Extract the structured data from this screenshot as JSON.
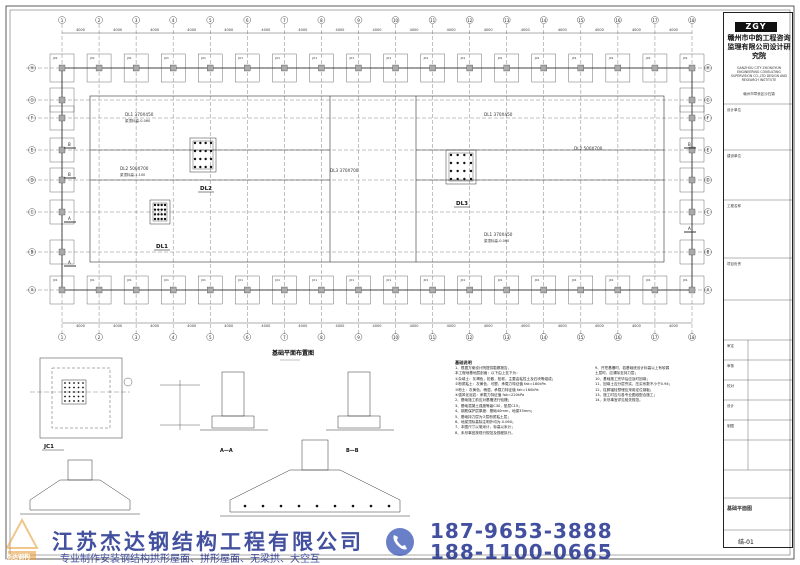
{
  "drawing": {
    "plan_title": "基础平面布置图",
    "sections": [
      "DL2",
      "DL1",
      "DL3",
      "JC1",
      "A—A",
      "B—B"
    ],
    "beam_labels": [
      "DL1  370X450",
      "DL1  370X450",
      "DL2  500X700",
      "DL3  370X700",
      "DL2  500X700",
      "DL1  370X450"
    ],
    "elev_labels": [
      "梁顶标高-0.060",
      "梁顶标高-1.100",
      "梁顶标高-0.060"
    ],
    "grid_letters": [
      "H",
      "G",
      "F",
      "E",
      "D",
      "C",
      "B",
      "A"
    ],
    "grid_numbers": [
      "1",
      "2",
      "3",
      "4",
      "5",
      "6",
      "7",
      "8",
      "9",
      "10",
      "11",
      "12",
      "13",
      "14",
      "15",
      "16",
      "17",
      "18"
    ],
    "dim_top": "4000",
    "pier_label": "J01",
    "notes_title": "基础说明",
    "notes": [
      "1、根据方案设计院提供勘察报告，",
      "   本工程地基地层剖面：以下由上至下为：",
      "   ①杂填土：灰褐色，松散，松软，主要由粘性土及石块等组成；",
      "   ②粉质粘土：灰黄色，可塑，承载力特征值 fak=180kPa",
      "   ③粉土：灰黄色，稍湿，承载力特征值 fak=160kPa",
      "   ④强风化泥岩：承载力特征值 fak=220kPa",
      "2、基础施工前应对基槽进行验槽；",
      "3、基础混凝土强度等级C30，垫层C15；",
      "4、钢筋保护层厚度：基础40mm，地梁35mm；",
      "5、基础持力层为②层粉质粘土层；",
      "6、地梁顶标高除注明外均为-0.060；",
      "7、本图尺寸以毫米计，标高以米计；",
      "8、未尽事宜按现行规范及规程执行。"
    ],
    "notes_right": [
      "9、开挖基槽时，若基础底设计标高以上有软弱",
      "   土层时，应清除至持力层；",
      "10、基础施工完毕后应及时回填；",
      "11、回填土应分层夯实，压实系数不小于0.94；",
      "12、柱脚锚栓预埋应采用定位钢板；",
      "13、施工时应与各专业图纸配合施工；",
      "14、未尽事宜详见相关规范。"
    ]
  },
  "title_block": {
    "logo_text": "ZGY",
    "company": "赣州市中韵工程咨询监理有限公司设计研究院",
    "company_en": "GANZHOU CITY ZHONGYUN ENGINEERING CONSULTING SUPERVISION CO.,LTD DESIGN AND RESEARCH INSTITUTE",
    "address": "赣州市章贡区沙石镇",
    "rows": [
      "设计单位",
      "建设单位",
      "工程名称",
      "项目负责",
      "审定",
      "审核",
      "校对",
      "设计",
      "制图"
    ],
    "drawing_name": "基础平面图",
    "drawing_no": "结-01"
  },
  "watermark": {
    "company": "江苏杰达钢结构工程有限公司",
    "tagline": "专业制作安装钢结构拱形屋面、拼形屋面、无梁拱、大空互",
    "phone1": "187-9653-3888",
    "phone2": "188-1100-0665",
    "logo_text": "杰达钢构"
  }
}
